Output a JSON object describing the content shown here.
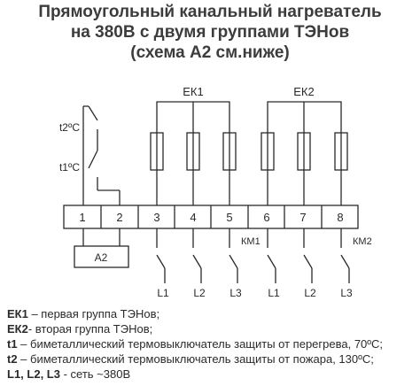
{
  "title": {
    "line1": "Прямоугольный канальный нагреватель",
    "line2": "на 380В с двумя группами ТЭНов",
    "line3": "(схема А2 см.ниже)"
  },
  "diagram": {
    "group1_label": "ЕК1",
    "group2_label": "ЕК2",
    "thermostat_t2": "t2ºC",
    "thermostat_t1": "t1ºC",
    "terminals": [
      "1",
      "2",
      "3",
      "4",
      "5",
      "6",
      "7",
      "8"
    ],
    "block_label": "А2",
    "contactor1_label": "КМ1",
    "contactor2_label": "КМ2",
    "phases": [
      "L1",
      "L2",
      "L3",
      "L1",
      "L2",
      "L3"
    ]
  },
  "legend": [
    {
      "key": "ЕК1",
      "text": " – первая группа ТЭНов;"
    },
    {
      "key": "ЕК2",
      "text": "- вторая группа  ТЭНов;"
    },
    {
      "key": "t1",
      "text": " – биметаллический термовыключатель защиты от перегрева, 70ºС;"
    },
    {
      "key": "t2",
      "text": " – биметаллический термовыключатель защиты от пожара, 130ºС;"
    },
    {
      "key": "L1, L2, L3",
      "text": " - сеть ~380В"
    }
  ]
}
